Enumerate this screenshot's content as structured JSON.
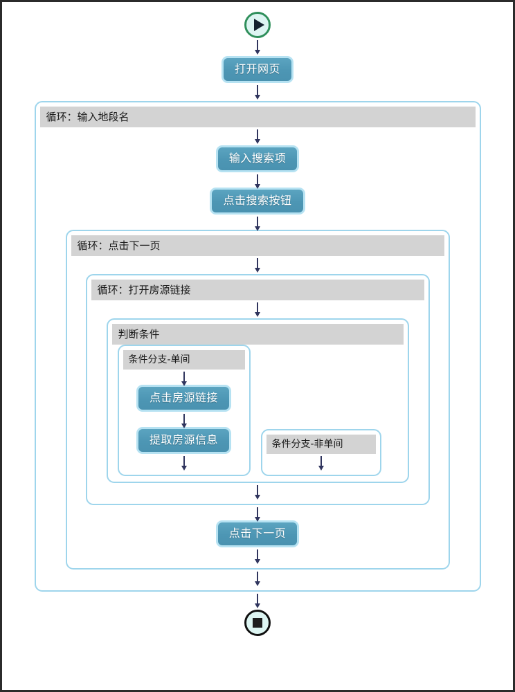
{
  "diagram": {
    "type": "flowchart",
    "title": "RPA workflow",
    "colors": {
      "node_fill": "#4d96b4",
      "node_border": "#b6e2f2",
      "container_border": "#9ed5ec",
      "container_title_bg": "#d3d3d3",
      "start_ring": "#2f8f5b",
      "end_ring": "#101010",
      "terminator_fill": "#ddf5f2",
      "arrow": "#30355e",
      "page_border": "#2b2b2b"
    },
    "start": {
      "icon": "play-icon"
    },
    "end": {
      "icon": "stop-icon"
    },
    "nodes": {
      "open_page": "打开网页",
      "input_search_term": "输入搜索项",
      "click_search_button": "点击搜索按钮",
      "click_listing_link": "点击房源链接",
      "extract_listing_info": "提取房源信息",
      "click_next_page": "点击下一页"
    },
    "containers": {
      "loop_district": "循环：输入地段名",
      "loop_next_page": "循环：点击下一页",
      "loop_open_listing": "循环：打开房源链接",
      "condition": "判断条件",
      "branch_single_room": "条件分支-单间",
      "branch_non_single_room": "条件分支-非单间"
    }
  }
}
